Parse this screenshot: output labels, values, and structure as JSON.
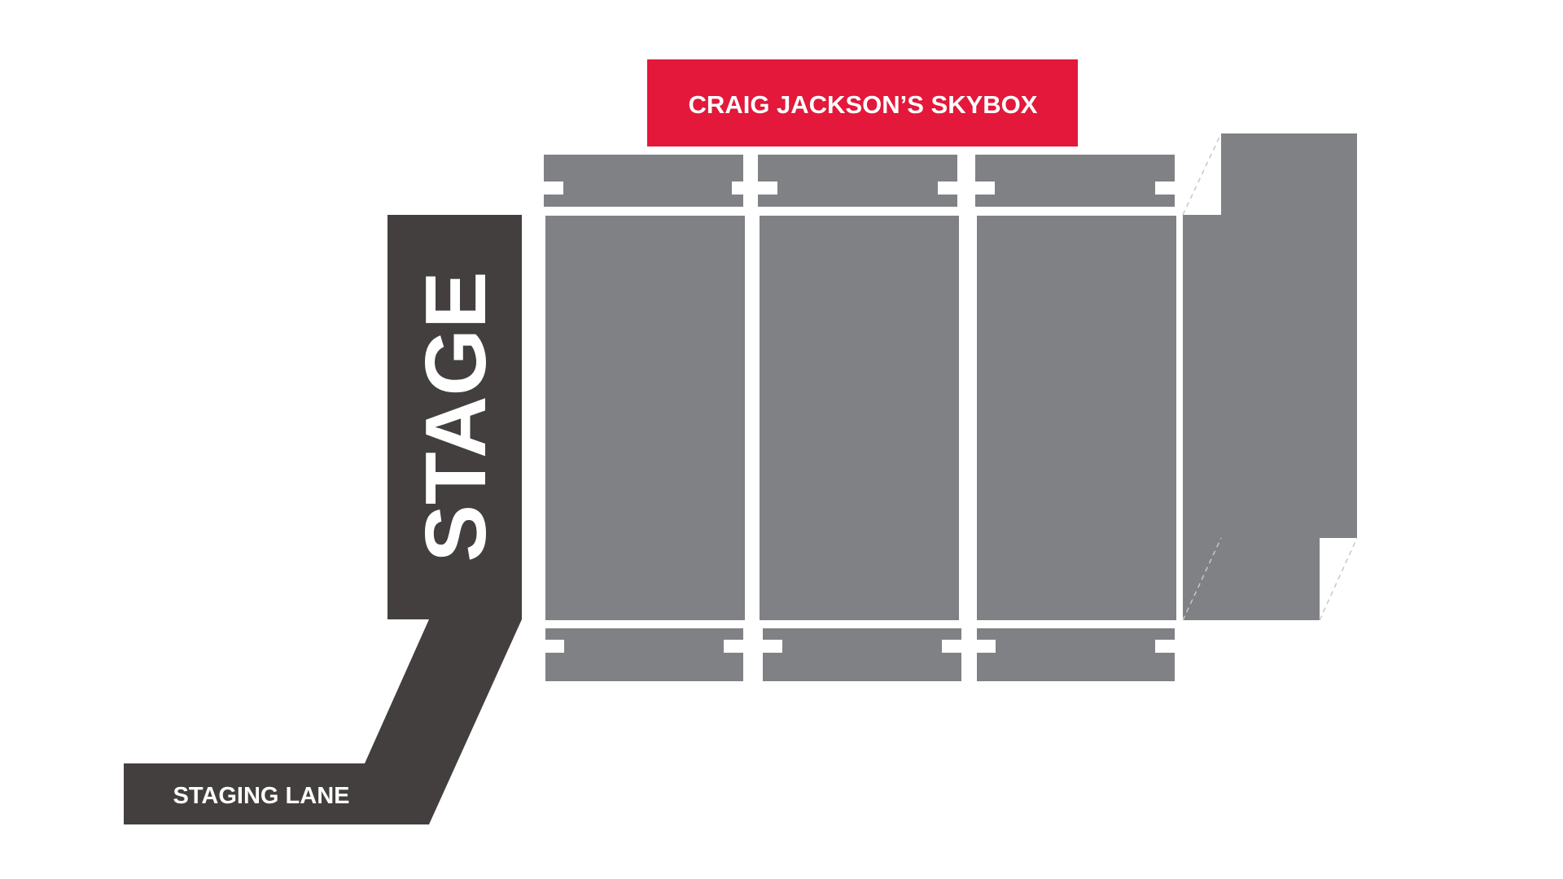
{
  "skybox": {
    "label": "CRAIG JACKSON’S SKYBOX"
  },
  "stage": {
    "label": "STAGE"
  },
  "staging_lane": {
    "label": "STAGING LANE"
  },
  "colors": {
    "skybox": "#e3183a",
    "stage": "#433f3f",
    "seating": "#808184",
    "label": "#ffffff",
    "dashed_edge": "#c8c8c8"
  }
}
